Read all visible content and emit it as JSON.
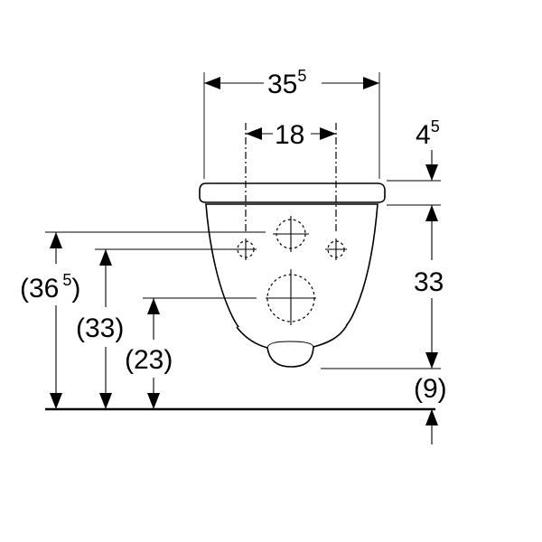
{
  "dimensions": {
    "overall_width": {
      "base": "35",
      "sup": "5"
    },
    "fixing_spacing": {
      "base": "18"
    },
    "seat_offset": {
      "base": "4",
      "sup": "5"
    },
    "fixing_height": {
      "base": "33"
    },
    "outlet_height": {
      "base": "(9)"
    },
    "total_height": {
      "base": "(36",
      "sup": "5",
      "close": ")"
    },
    "mid_height": {
      "base": "(33)"
    },
    "low_height": {
      "base": "(23)"
    }
  }
}
